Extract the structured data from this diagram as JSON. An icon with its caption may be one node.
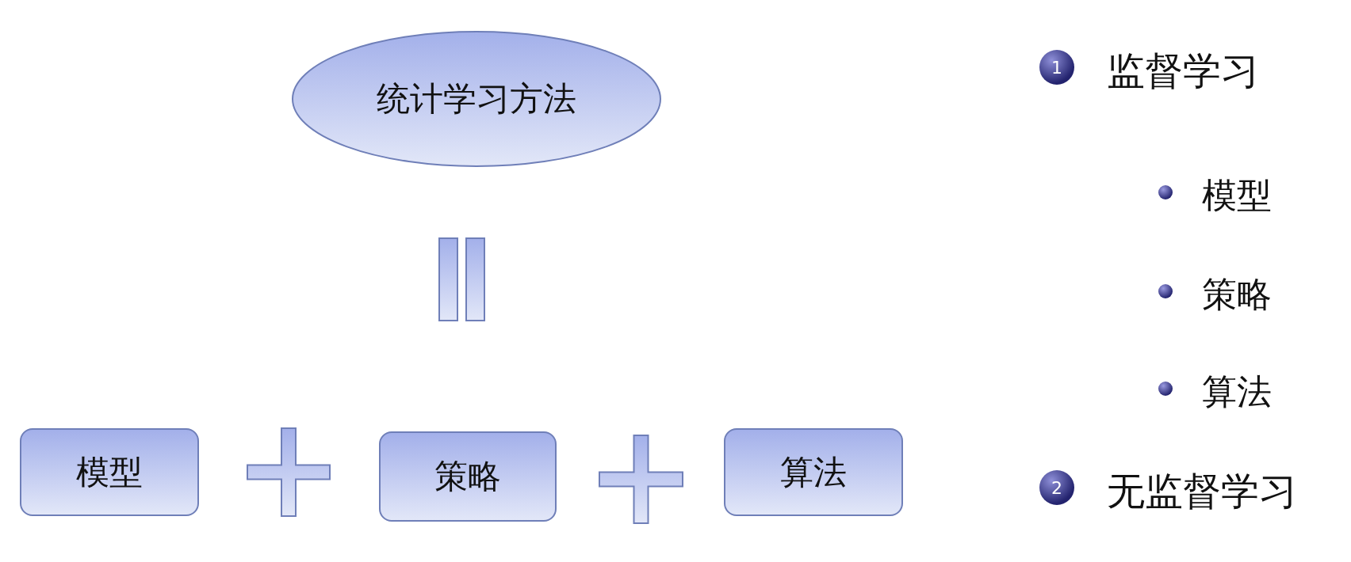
{
  "diagram": {
    "nodes": [
      {
        "text": [
          "统计学习方法"
        ]
      },
      {
        "text": [
          "模型"
        ]
      },
      {
        "text": [
          "策略"
        ]
      },
      {
        "text": [
          "算法"
        ]
      }
    ],
    "labels": [
      "1",
      "监督学习",
      "模型",
      "策略",
      "算法",
      "2",
      "无监督学习"
    ]
  }
}
